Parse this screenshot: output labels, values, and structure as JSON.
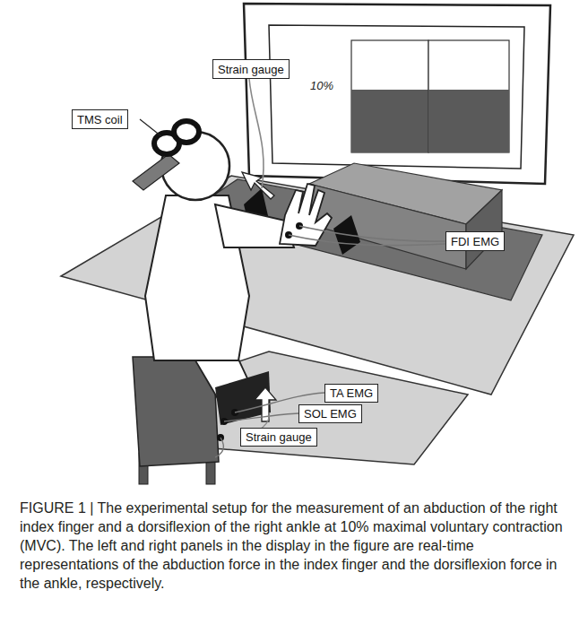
{
  "diagram": {
    "caption": "FIGURE 1 | The experimental setup for the measurement of an abduction of the right index finger and a dorsiflexion of the right ankle at 10% maximal voluntary contraction (MVC). The left and right panels in the display in the figure are real-time representations of the abduction force in the index finger and the dorsiflexion force in the ankle, respectively.",
    "nodes": [
      {
        "text": [
          "Strain gauge"
        ]
      },
      {
        "text": [
          "TMS coil"
        ]
      },
      {
        "text": [
          "FDI EMG"
        ]
      },
      {
        "text": [
          "TA EMG"
        ]
      },
      {
        "text": [
          "SOL EMG"
        ]
      },
      {
        "text": [
          "Strain gauge"
        ]
      }
    ],
    "labels": [
      "10%"
    ]
  }
}
